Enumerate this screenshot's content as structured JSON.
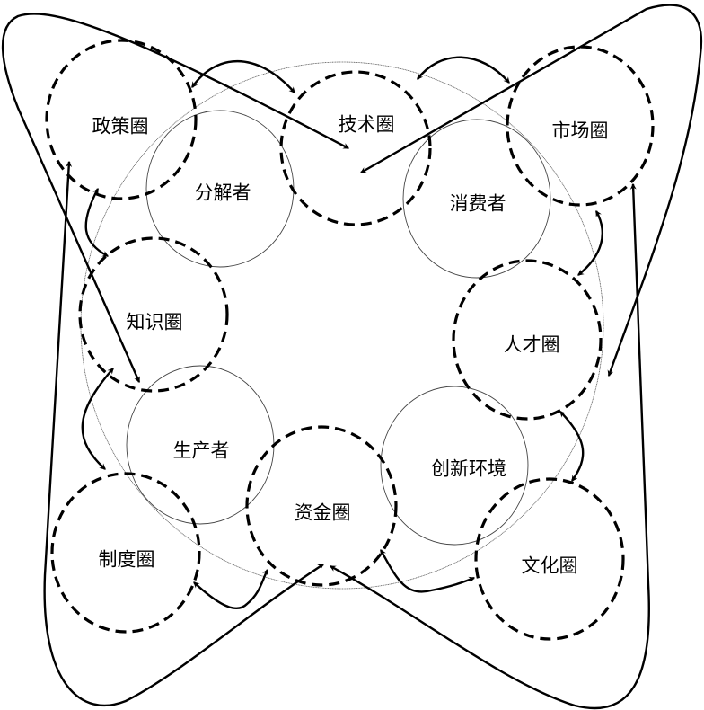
{
  "diagram": {
    "circles": {
      "policy": "政策圈",
      "technology": "技术圈",
      "market": "市场圈",
      "knowledge": "知识圈",
      "talent": "人才圈",
      "institution": "制度圈",
      "capital": "资金圈",
      "culture": "文化圈"
    },
    "actors": {
      "decomposer": "分解者",
      "consumer": "消费者",
      "producer": "生产者",
      "innovation_env": "创新环境"
    }
  }
}
